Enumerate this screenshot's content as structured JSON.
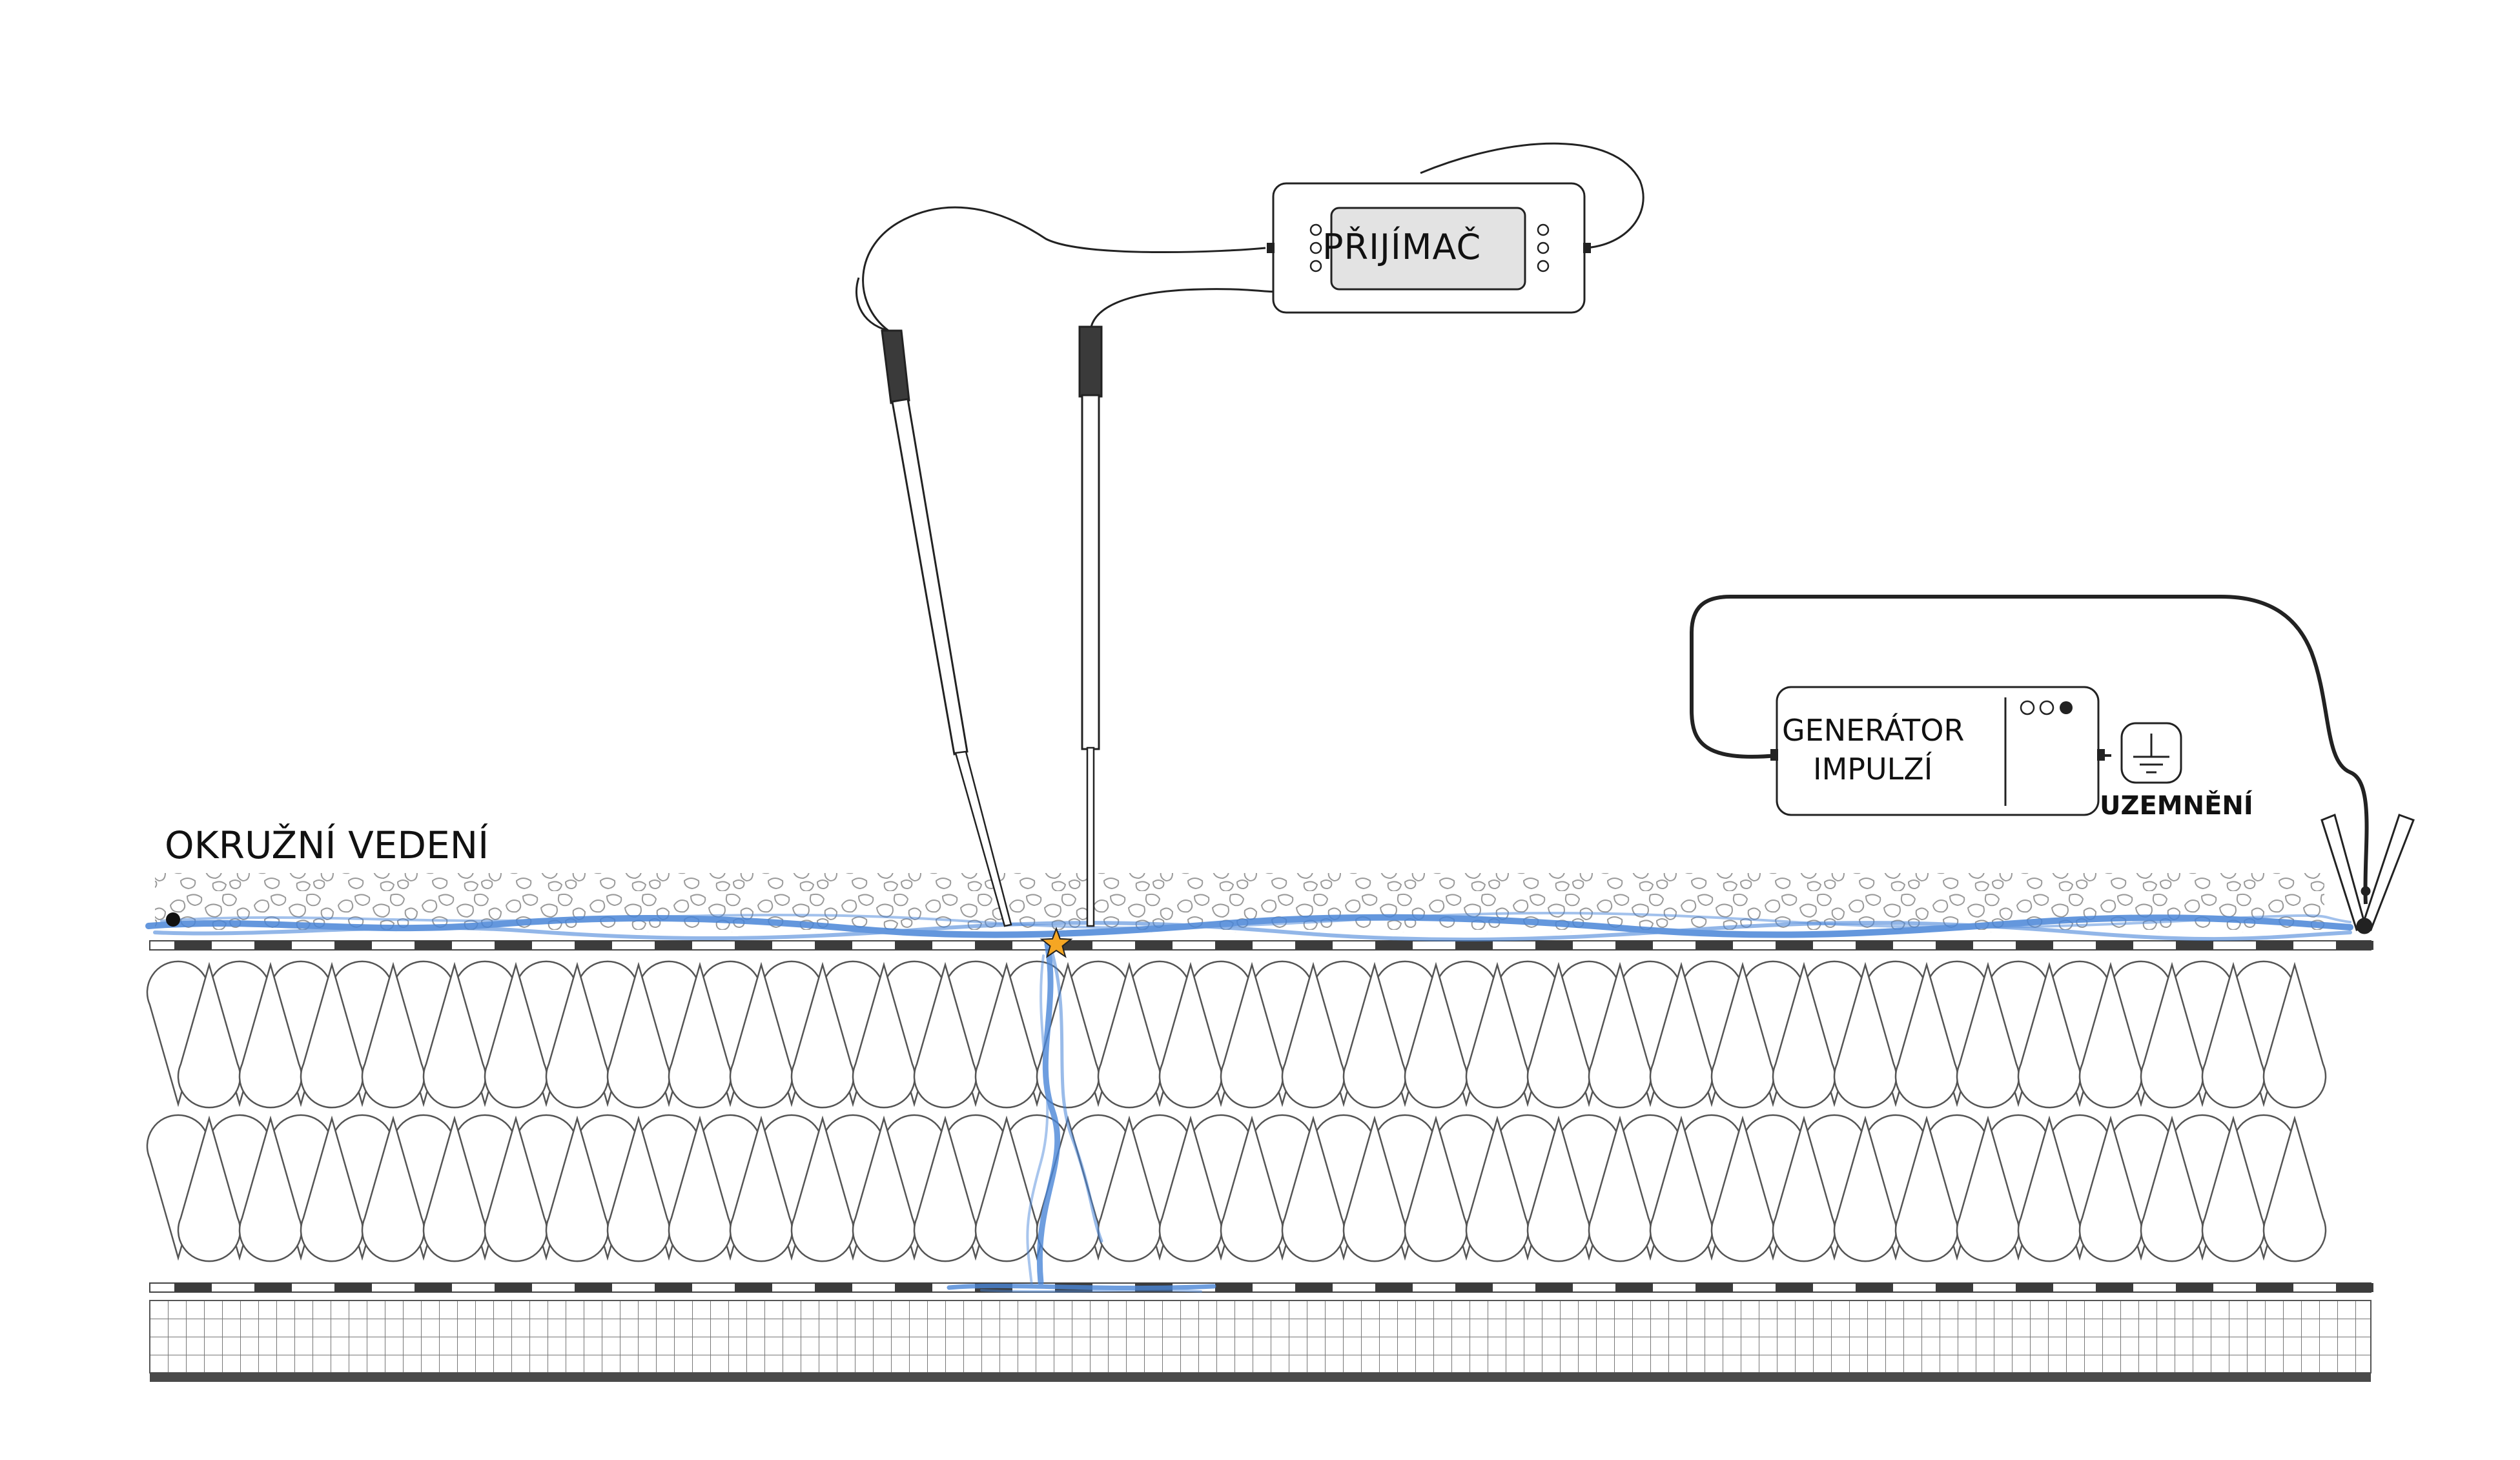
{
  "labels": {
    "ring_line": "OKRUŽNÍ VEDENÍ",
    "receiver": "PŘIJÍMAČ",
    "generator_line1": "GENERÁTOR",
    "generator_line2": "IMPULZÍ",
    "ground": "UZEMNĚNÍ"
  },
  "colors": {
    "water": "#4a86d8",
    "fault_star": "#f5a623",
    "outline": "#222222",
    "receiver_screen": "#e3e3e3",
    "membrane_dark": "#3c3c3c"
  },
  "icons": [
    "ground-symbol-icon",
    "fault-star-icon",
    "crocodile-clip-icon"
  ]
}
